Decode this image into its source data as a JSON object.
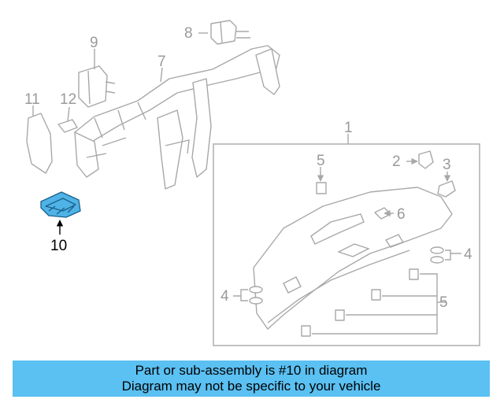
{
  "diagram": {
    "highlight_color": "#4fb3e8",
    "callouts": {
      "c1": "1",
      "c2": "2",
      "c3": "3",
      "c4a": "4",
      "c4b": "4",
      "c5a": "5",
      "c5b": "5",
      "c6": "6",
      "c7": "7",
      "c8": "8",
      "c9": "9",
      "c10": "10",
      "c11": "11",
      "c12": "12"
    }
  },
  "banner": {
    "line1": "Part or sub-assembly is #10 in diagram",
    "line2": "Diagram may not be specific to your vehicle",
    "color": "#5bc0f2"
  }
}
